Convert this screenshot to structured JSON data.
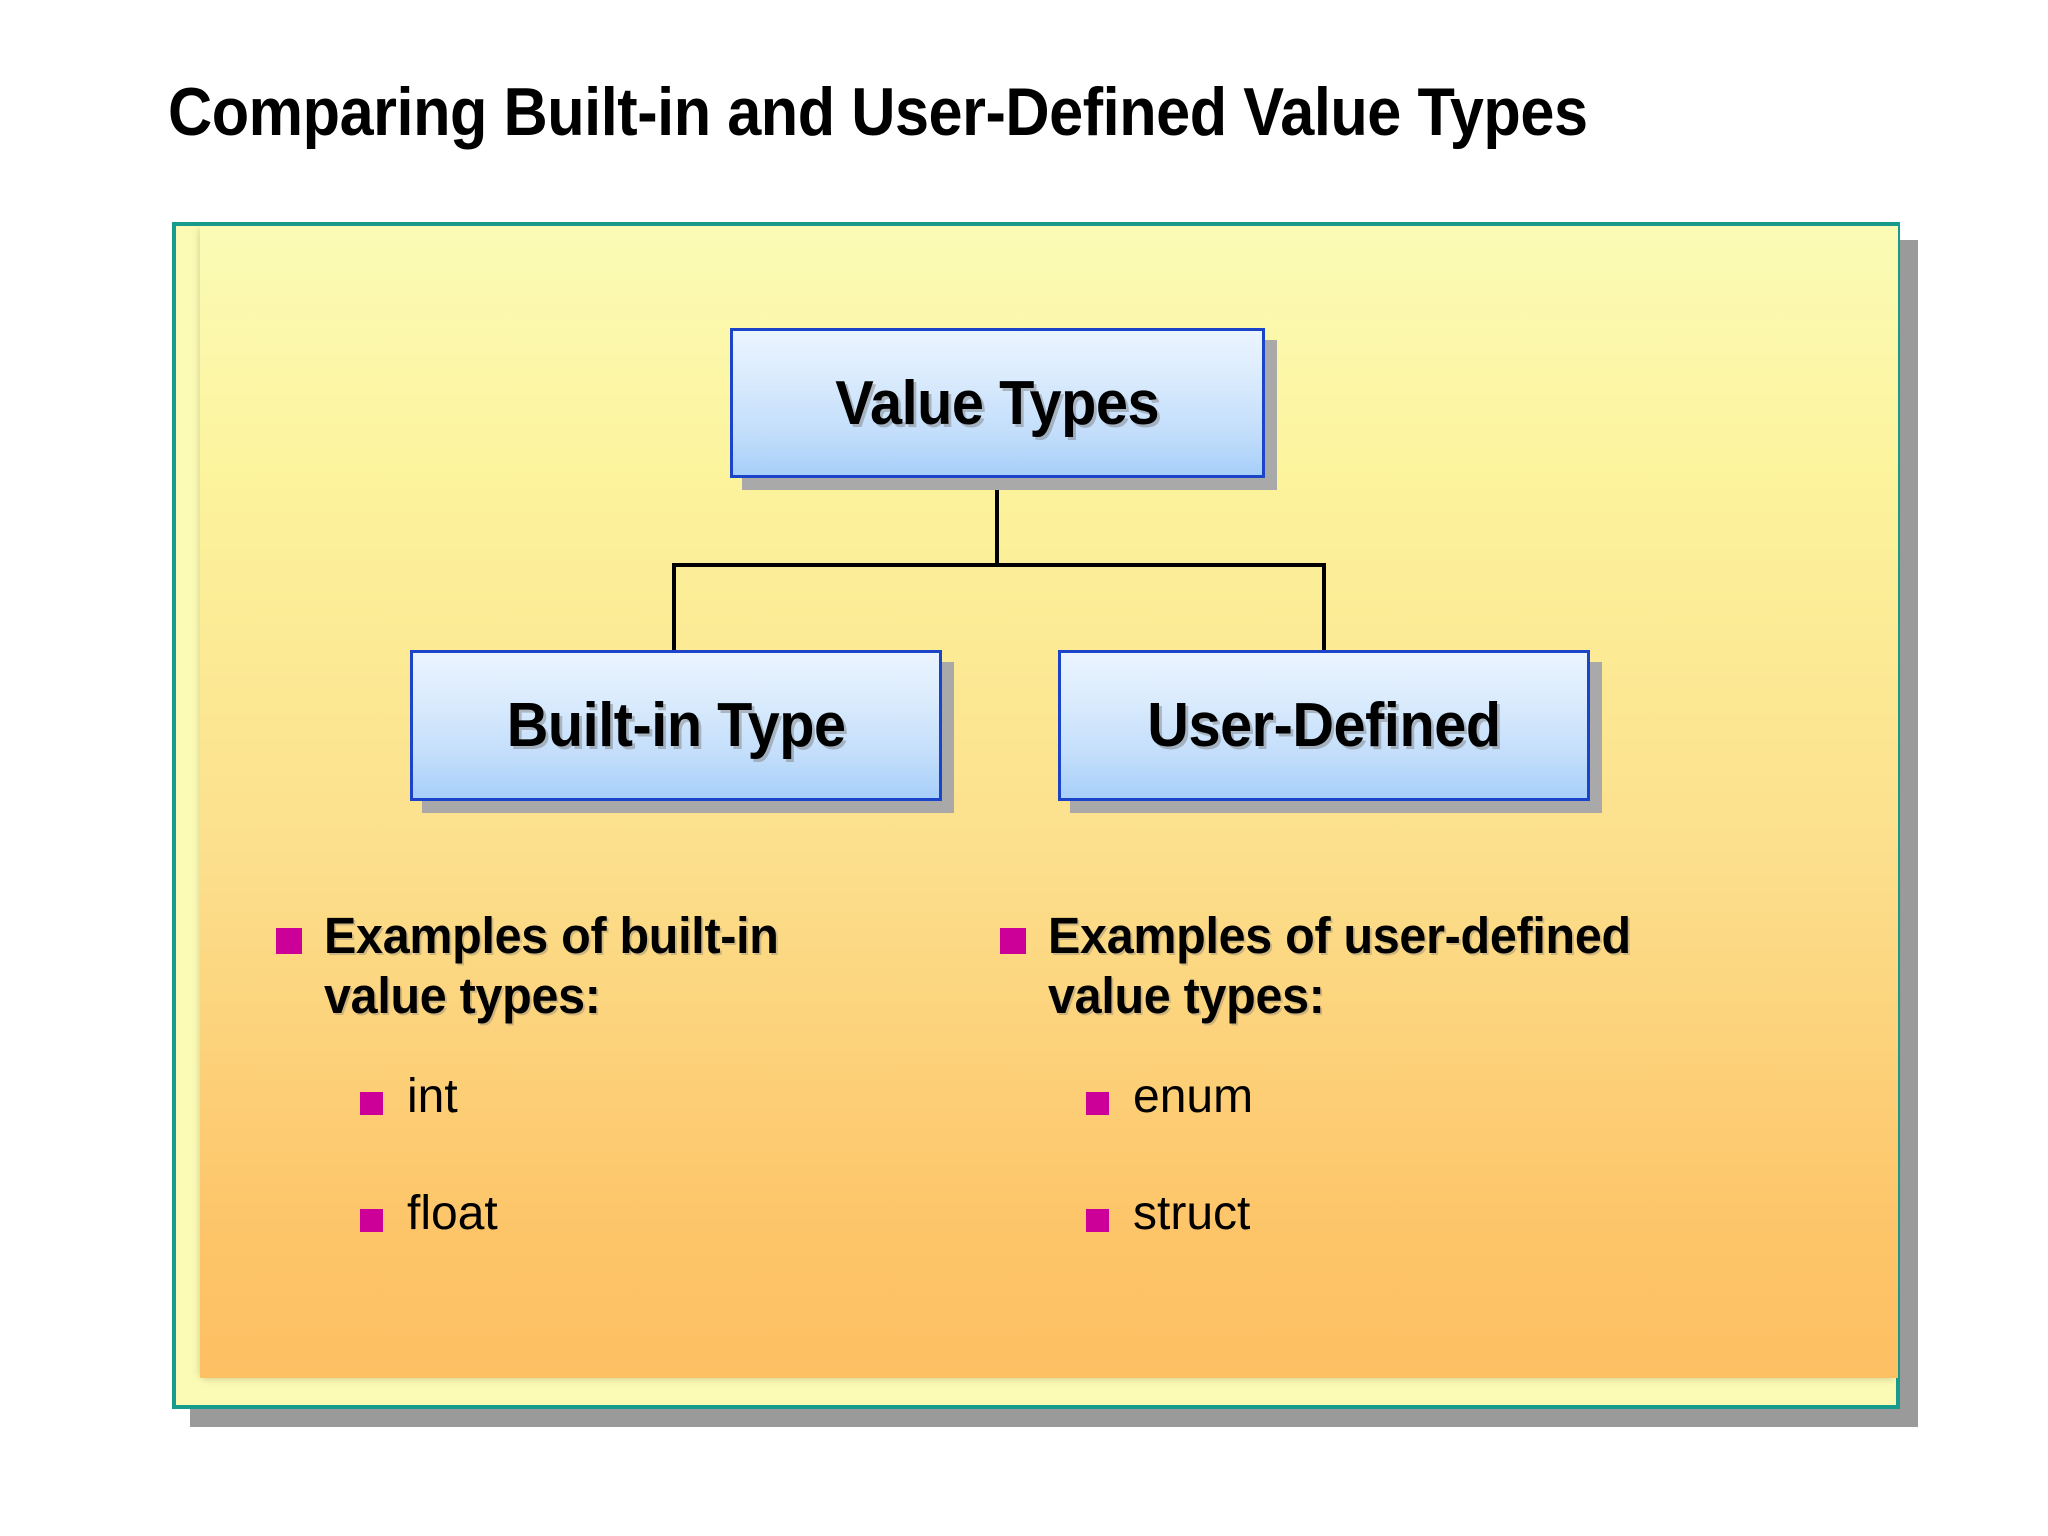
{
  "slide": {
    "title": "Comparing Built-in and User-Defined Value Types"
  },
  "colors": {
    "panel_background": "#fbfbb6",
    "panel_gradient_end": "#fdc063",
    "panel_border": "#169b8c",
    "box_border": "#1b44c8",
    "box_gradient_start": "#eaf4fe",
    "box_gradient_end": "#a7cff9",
    "bullet_marker": "#cc0099",
    "text": "#000000",
    "connector_line": "#000000",
    "shadow": "#9a9a9a"
  },
  "diagram": {
    "root": {
      "label": "Value Types"
    },
    "children": [
      {
        "label": "Built-in Type"
      },
      {
        "label": "User-Defined"
      }
    ]
  },
  "columns": {
    "left": {
      "heading": "Examples of built-in value types:",
      "items": [
        {
          "label": "int"
        },
        {
          "label": "float"
        }
      ]
    },
    "right": {
      "heading": "Examples of user-defined value types:",
      "items": [
        {
          "label": "enum"
        },
        {
          "label": "struct"
        }
      ]
    }
  },
  "icons": {
    "bullet_level1": "magenta-square-bullet-icon",
    "bullet_level2": "magenta-square-bullet-icon"
  }
}
